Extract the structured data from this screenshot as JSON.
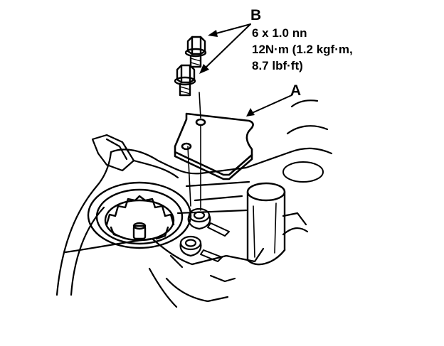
{
  "labels": {
    "bolt_callout": "B",
    "bracket_callout": "A"
  },
  "bolt_spec": {
    "size": "6 x 1.0 nn",
    "torque_line1": "12N·m (1.2 kgf·m,",
    "torque_line2": "8.7 lbf·ft)"
  },
  "colors": {
    "ink": "#000000",
    "paper": "#ffffff"
  }
}
